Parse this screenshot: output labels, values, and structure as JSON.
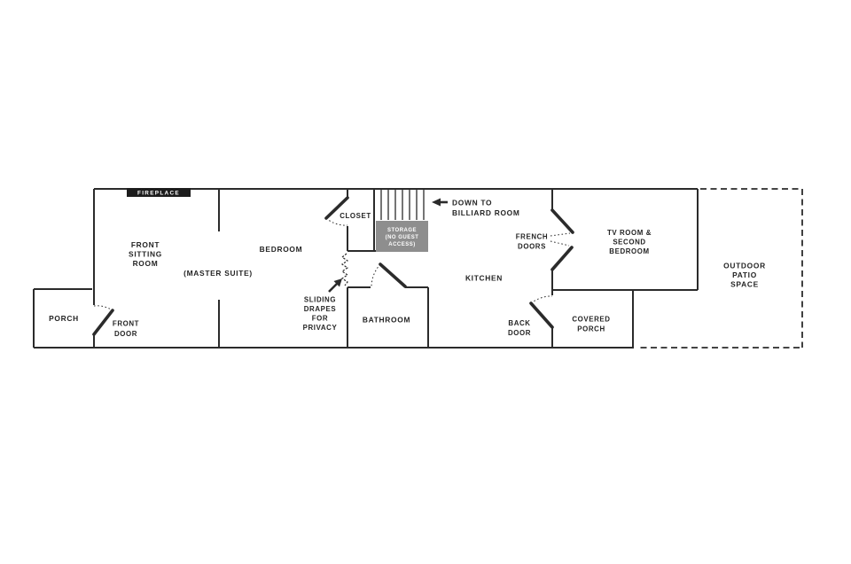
{
  "colors": {
    "background": "#ffffff",
    "line": "#2b2b2b",
    "text": "#242424",
    "dark": "#1c1c1c",
    "storage": "#8e8e8e",
    "white": "#ffffff"
  },
  "labels": {
    "fireplace": {
      "text": "FIREPLACE"
    },
    "front_sitting_room": {
      "lines": [
        "FRONT",
        "SITTING",
        "ROOM"
      ]
    },
    "master_suite": {
      "text": "(MASTER SUITE)"
    },
    "bedroom": {
      "text": "BEDROOM"
    },
    "porch": {
      "text": "PORCH"
    },
    "front_door": {
      "lines": [
        "FRONT",
        "DOOR"
      ]
    },
    "closet": {
      "text": "CLOSET"
    },
    "storage": {
      "lines": [
        "STORAGE",
        "(NO GUEST",
        "ACCESS)"
      ]
    },
    "stairs_note": {
      "lines": [
        "DOWN TO",
        "BILLIARD ROOM"
      ]
    },
    "sliding_drapes": {
      "lines": [
        "SLIDING",
        "DRAPES",
        "FOR",
        "PRIVACY"
      ]
    },
    "bathroom": {
      "text": "BATHROOM"
    },
    "kitchen": {
      "text": "KITCHEN"
    },
    "french_doors": {
      "lines": [
        "FRENCH",
        "DOORS"
      ]
    },
    "back_door": {
      "lines": [
        "BACK",
        "DOOR"
      ]
    },
    "covered_porch": {
      "lines": [
        "COVERED",
        "PORCH"
      ]
    },
    "tv_room": {
      "lines": [
        "TV ROOM &",
        "SECOND",
        "BEDROOM"
      ]
    },
    "outdoor_patio": {
      "lines": [
        "OUTDOOR",
        "PATIO",
        "SPACE"
      ]
    }
  }
}
